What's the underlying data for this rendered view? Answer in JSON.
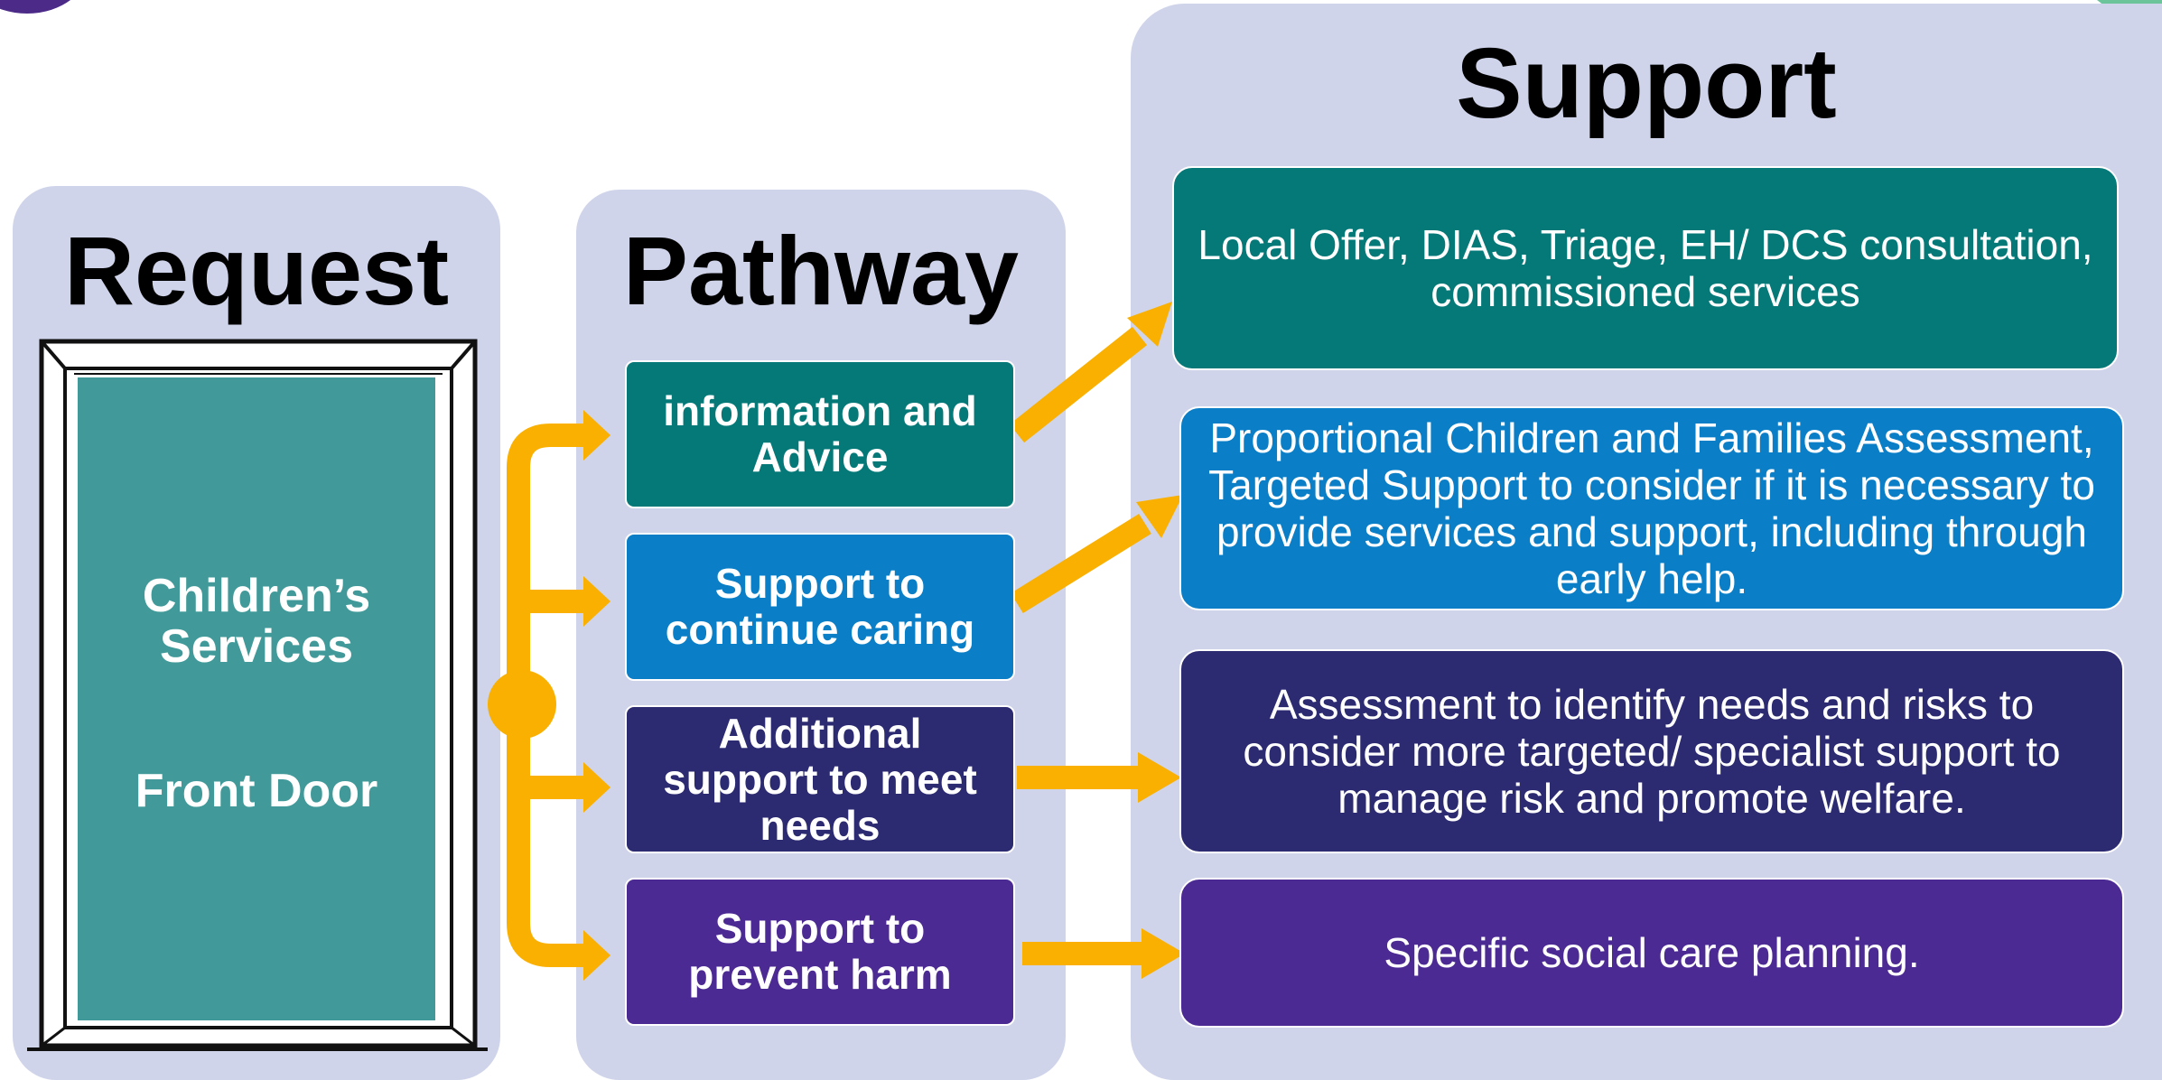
{
  "headings": {
    "request": "Request",
    "pathway": "Pathway",
    "support": "Support"
  },
  "door": {
    "line1": "Children’s Services",
    "line2": "Front Door"
  },
  "pathway": [
    {
      "label": "information and Advice"
    },
    {
      "label": "Support to continue caring"
    },
    {
      "label": "Additional support to meet needs"
    },
    {
      "label": "Support to prevent harm"
    }
  ],
  "support": [
    {
      "text": "Local Offer, DIAS, Triage, EH/ DCS consultation, commissioned services"
    },
    {
      "text": "Proportional Children and Families Assessment, Targeted Support  to consider if it is necessary to provide services and support, including through early help."
    },
    {
      "text": "Assessment to identify needs and risks to consider more targeted/ specialist support to manage risk and promote welfare."
    },
    {
      "text": "Specific social care planning."
    }
  ],
  "colors": {
    "panel": "#cfd4ea",
    "teal": "#057978",
    "blue": "#0a7ec6",
    "navy": "#2c2a70",
    "purple": "#4c2a93",
    "door": "#419a99",
    "arrow": "#f9b000"
  }
}
